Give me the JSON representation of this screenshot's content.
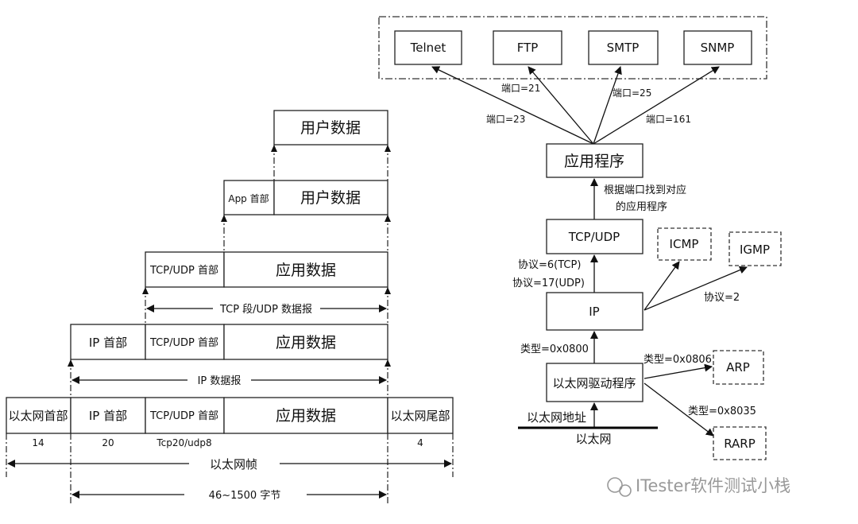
{
  "left": {
    "user_data_top": "用户数据",
    "app_header": "App 首部",
    "user_data_app": "用户数据",
    "tcp_udp_header": "TCP/UDP 首部",
    "app_data": "应用数据",
    "tcp_segment_label": "TCP 段/UDP 数据报",
    "ip_header": "IP 首部",
    "ip_datagram_label": "IP 数据报",
    "eth_header": "以太网首部",
    "eth_trailer": "以太网尾部",
    "size_eth_header": "14",
    "size_ip_header": "20",
    "size_tcp_udp": "Tcp20/udp8",
    "size_eth_trailer": "4",
    "eth_frame_label": "以太网帧",
    "payload_range_label": "46~1500 字节"
  },
  "right": {
    "apps": [
      "Telnet",
      "FTP",
      "SMTP",
      "SNMP"
    ],
    "port_ftp": "端口=21",
    "port_smtp": "端口=25",
    "port_telnet": "端口=23",
    "port_snmp": "端口=161",
    "application": "应用程序",
    "lookup_line1": "根据端口找到对应",
    "lookup_line2": "的应用程序",
    "tcp_udp": "TCP/UDP",
    "icmp": "ICMP",
    "igmp": "IGMP",
    "proto_tcp": "协议=6(TCP)",
    "proto_udp": "协议=17(UDP)",
    "proto_igmp": "协议=2",
    "ip": "IP",
    "type_ip": "类型=0x0800",
    "type_arp": "类型=0x0806",
    "type_rarp": "类型=0x8035",
    "eth_driver": "以太网驱动程序",
    "arp": "ARP",
    "rarp": "RARP",
    "eth_address": "以太网地址",
    "ethernet": "以太网"
  },
  "watermark": "ITester软件测试小栈"
}
